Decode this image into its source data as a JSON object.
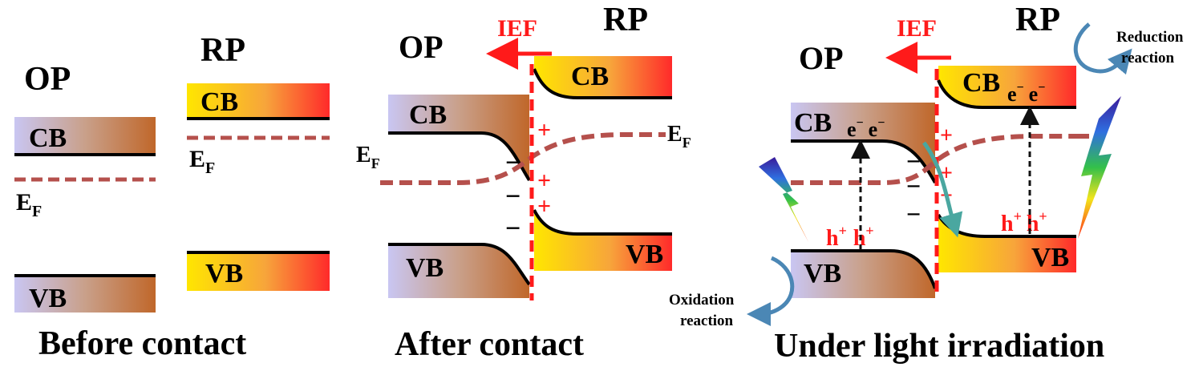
{
  "panels": [
    {
      "caption": "Before contact",
      "op_label": "OP",
      "rp_label": "RP",
      "op_cb": "CB",
      "op_vb": "VB",
      "rp_cb": "CB",
      "rp_vb": "VB",
      "ef_main": "E",
      "ef_sub": "F",
      "ef2_main": "E",
      "ef2_sub": "F"
    },
    {
      "caption": "After contact",
      "op_label": "OP",
      "rp_label": "RP",
      "op_cb": "CB",
      "op_vb": "VB",
      "rp_cb": "CB",
      "rp_vb": "VB",
      "ief": "IEF",
      "ef_left_main": "E",
      "ef_left_sub": "F",
      "ef_right_main": "E",
      "ef_right_sub": "F",
      "plus": "+",
      "minus": "−"
    },
    {
      "caption": "Under light irradiation",
      "op_label": "OP",
      "rp_label": "RP",
      "op_cb": "CB",
      "op_vb": "VB",
      "rp_cb": "CB",
      "rp_vb": "VB",
      "ief": "IEF",
      "electron": "e",
      "electron_sup": "−",
      "hole": "h",
      "hole_sup": "+",
      "reduction_line1": "Reduction",
      "reduction_line2": "reaction",
      "oxidation_line1": "Oxidation",
      "oxidation_line2": "reaction",
      "plus": "+",
      "minus": "−"
    }
  ],
  "colors": {
    "op_gradient_start": "#c9c6f2",
    "op_gradient_end": "#c0672a",
    "rp_gradient_start": "#ffe600",
    "rp_gradient_mid": "#f7a53b",
    "rp_gradient_end": "#ff2a2a",
    "fermi_line": "#b5504c",
    "interface": "#ff1a1a",
    "arrow_teal": "#4aa7a0",
    "arrow_blue": "#4b87b5"
  }
}
